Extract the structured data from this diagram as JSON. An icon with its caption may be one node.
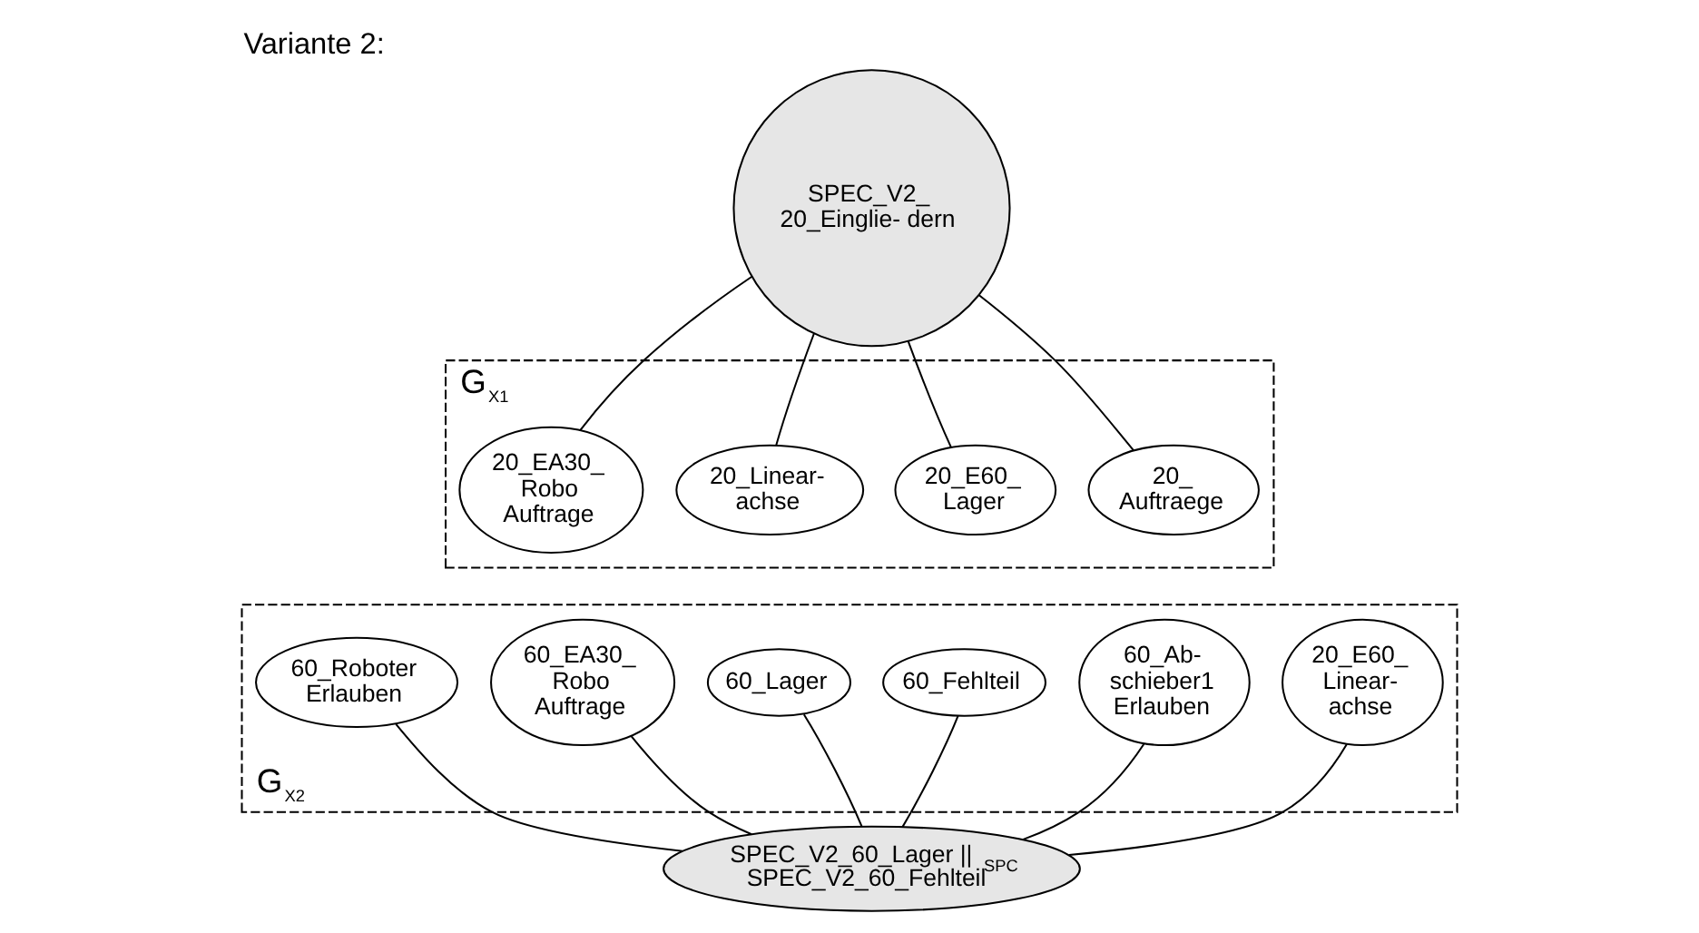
{
  "diagram": {
    "title": "Variante 2:",
    "nodes": [
      {
        "text": [
          "SPEC_V2_ 20_Einglie- dern"
        ]
      },
      {
        "text": [
          "G$_{X1}$"
        ]
      },
      {
        "text": [
          "20_ Auftraege"
        ],
        "in": 1
      },
      {
        "text": [
          "20_E60_ Lager"
        ],
        "in": 1
      },
      {
        "text": [
          "20_Linear- achse"
        ],
        "in": 1
      },
      {
        "text": [
          "20_EA30_ Robo Auftrage"
        ],
        "in": 1
      },
      {
        "text": [
          "G$_{X2}$"
        ]
      },
      {
        "text": [
          "20_E60_ Linear- achse"
        ],
        "in": 6
      },
      {
        "text": [
          "60_Ab- schieber1 Erlauben"
        ],
        "in": 6
      },
      {
        "text": [
          "60_Fehlteil"
        ],
        "in": 6
      },
      {
        "text": [
          "60_Lager"
        ],
        "in": 6
      },
      {
        "text": [
          "60_EA30_ Robo Auftrage"
        ],
        "in": 6
      },
      {
        "text": [
          "60_Roboter Erlauben"
        ],
        "in": 6
      },
      {
        "text": [
          "SPEC_V2_60_Lager ||$_{SPC}$ SPEC_V2_60_Fehlteil"
        ]
      }
    ],
    "edges": [
      {
        "from": 0,
        "to": 2,
        "arrow": "none"
      },
      {
        "from": 0,
        "to": 3,
        "arrow": "none"
      },
      {
        "from": 0,
        "to": 4,
        "arrow": "none"
      },
      {
        "from": 0,
        "to": 5,
        "arrow": "none"
      },
      {
        "from": 13,
        "to": 7,
        "arrow": "none"
      },
      {
        "from": 13,
        "to": 8,
        "arrow": "none"
      },
      {
        "from": 13,
        "to": 9,
        "arrow": "none"
      },
      {
        "from": 13,
        "to": 10,
        "arrow": "none"
      },
      {
        "from": 13,
        "to": 11,
        "arrow": "none"
      },
      {
        "from": 13,
        "to": 12,
        "arrow": "none"
      }
    ]
  }
}
